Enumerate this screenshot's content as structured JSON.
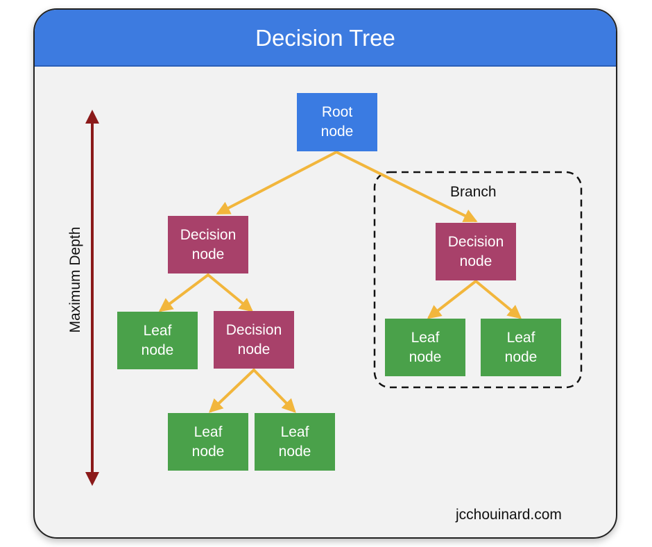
{
  "title": "Decision Tree",
  "axis_label": "Maximum Depth",
  "branch_label": "Branch",
  "credit": "jcchouinard.com",
  "colors": {
    "header": "#3d7be0",
    "root": "#3a7be2",
    "decision": "#a8416a",
    "leaf": "#4aa14a",
    "edge": "#f2b63c",
    "depth_arrow": "#8b1a1a"
  },
  "nodes": {
    "root": {
      "line1": "Root",
      "line2": "node"
    },
    "decision_left": {
      "line1": "Decision",
      "line2": "node"
    },
    "decision_mid": {
      "line1": "Decision",
      "line2": "node"
    },
    "decision_right": {
      "line1": "Decision",
      "line2": "node"
    },
    "leaf_1": {
      "line1": "Leaf",
      "line2": "node"
    },
    "leaf_2": {
      "line1": "Leaf",
      "line2": "node"
    },
    "leaf_3": {
      "line1": "Leaf",
      "line2": "node"
    },
    "leaf_4": {
      "line1": "Leaf",
      "line2": "node"
    },
    "leaf_5": {
      "line1": "Leaf",
      "line2": "node"
    }
  }
}
